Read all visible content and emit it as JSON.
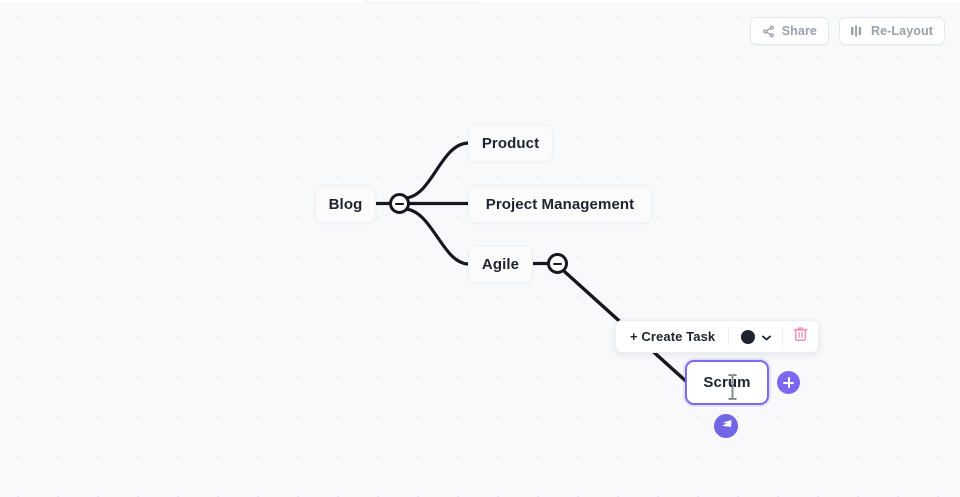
{
  "app": {
    "view": "mindmap-canvas",
    "background_color": "#f8f9fb",
    "accent_color": "#7b68ee",
    "danger_color": "#f48fb8",
    "node_text_color": "#1f2330"
  },
  "top_actions": [
    {
      "id": "share",
      "label": "Share",
      "icon": "share-icon"
    },
    {
      "id": "re-layout",
      "label": "Re-Layout",
      "icon": "re-layout-icon"
    }
  ],
  "mindmap": {
    "nodes": [
      {
        "id": "blog",
        "label": "Blog",
        "level": 0,
        "selected": false
      },
      {
        "id": "product",
        "label": "Product",
        "level": 1,
        "selected": false
      },
      {
        "id": "projectmgmt",
        "label": "Project Management",
        "level": 1,
        "selected": false
      },
      {
        "id": "agile",
        "label": "Agile",
        "level": 1,
        "selected": false
      },
      {
        "id": "scrum",
        "label": "Scrum",
        "level": 2,
        "selected": true
      }
    ],
    "collapse_toggles": [
      {
        "id": "toggle-blog",
        "parent": "blog",
        "state": "expanded",
        "glyph": "minus"
      },
      {
        "id": "toggle-agile",
        "parent": "agile",
        "state": "expanded",
        "glyph": "minus"
      }
    ],
    "edges": [
      {
        "from": "blog",
        "to": "product"
      },
      {
        "from": "blog",
        "to": "projectmgmt"
      },
      {
        "from": "blog",
        "to": "agile"
      },
      {
        "from": "agile",
        "to": "scrum"
      }
    ]
  },
  "node_toolbar": {
    "target_node": "scrum",
    "create_task_label": "+ Create Task",
    "color_swatch_value": "#20242f",
    "color_dropdown_icon": "chevron-down-icon",
    "delete_icon": "trash-icon"
  },
  "add_child_button": {
    "icon": "plus-icon",
    "tooltip_target": "scrum"
  },
  "presence_badge": {
    "icon": "cursor-pointer-icon",
    "color": "#7366e6"
  },
  "cursor": {
    "type": "text-caret",
    "over_node": "scrum"
  }
}
